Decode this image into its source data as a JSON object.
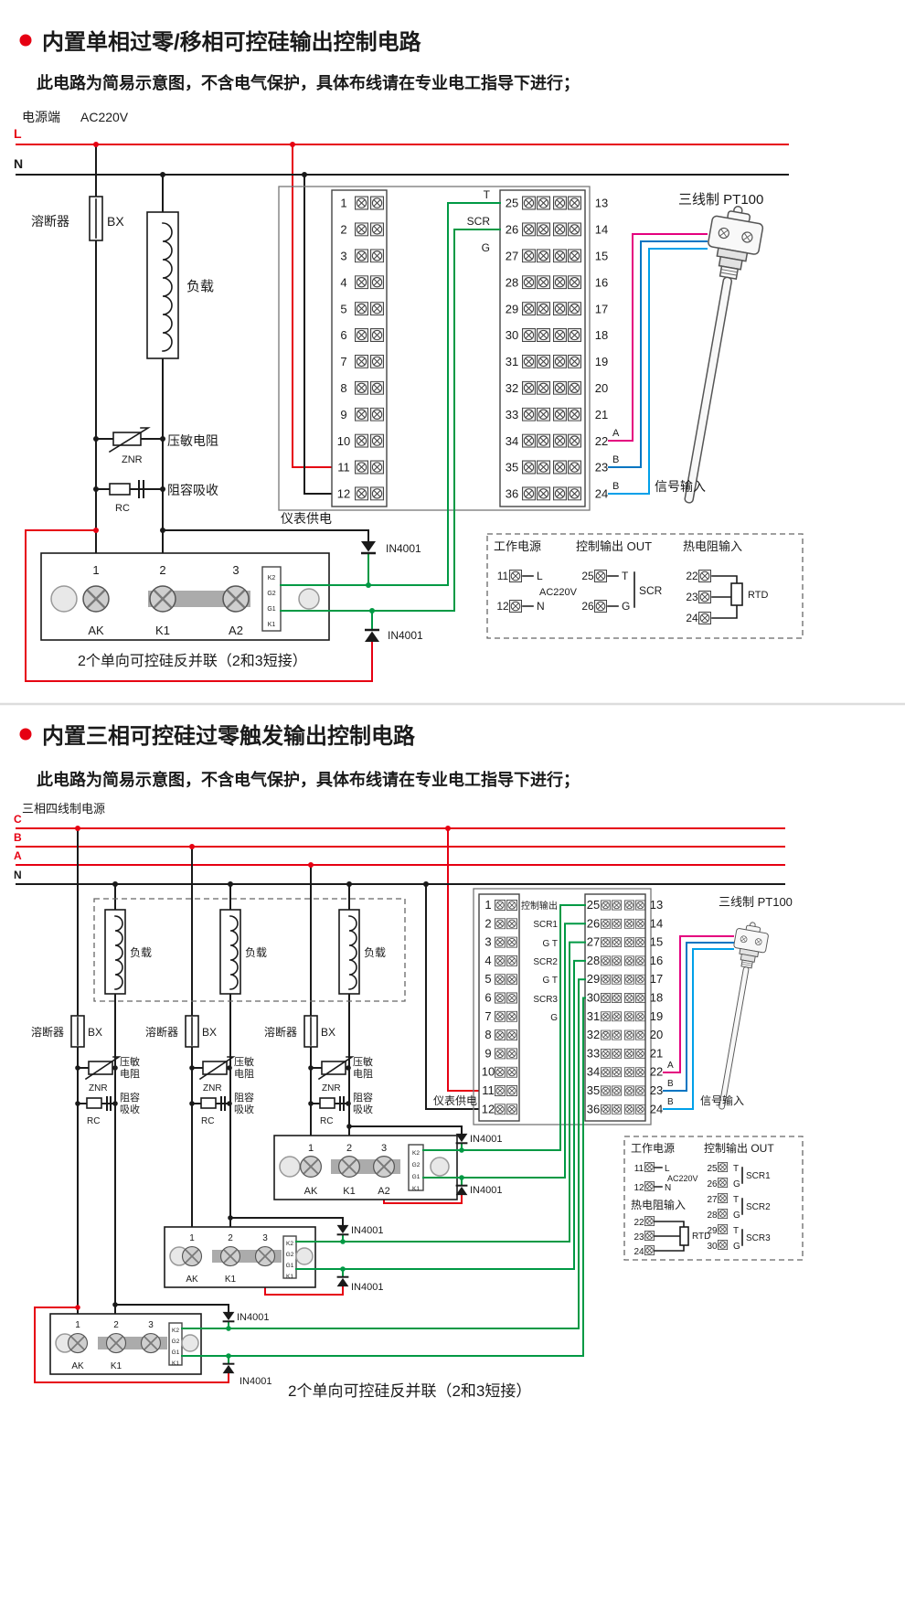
{
  "colors": {
    "line_red": "#e60012",
    "line_black": "#1a1a1a",
    "wire_green": "#009944",
    "wire_blue": "#0075c2",
    "wire_cyan": "#00a0e9",
    "wire_magenta": "#e4007f"
  },
  "section1": {
    "title": "内置单相过零/移相可控硅输出控制电路",
    "subtitle": "此电路为简易示意图，不含电气保护，具体布线请在专业电工指导下进行；",
    "power_label": "电源端",
    "power_voltage": "AC220V",
    "line_l": "L",
    "line_n": "N",
    "fuse_label": "溶断器",
    "fuse_code": "BX",
    "load_label": "负载",
    "znr_label": "压敏电阻",
    "znr_code": "ZNR",
    "rc_label": "阻容吸收",
    "rc_code": "RC",
    "meter_supply": "仪表供电",
    "pt100_label": "三线制 PT100",
    "signal_input": "信号输入",
    "diode_label": "IN4001",
    "wire_a": "A",
    "wire_b1": "B",
    "wire_b2": "B",
    "block": {
      "side_labels": [
        "T",
        "SCR",
        "G"
      ],
      "terminals_left": [
        "1",
        "2",
        "3",
        "4",
        "5",
        "6",
        "7",
        "8",
        "9",
        "10",
        "11",
        "12"
      ],
      "terminals_mid": [
        "25",
        "26",
        "27",
        "28",
        "29",
        "30",
        "31",
        "32",
        "33",
        "34",
        "35",
        "36"
      ],
      "terminals_right": [
        "13",
        "14",
        "15",
        "16",
        "17",
        "18",
        "19",
        "20",
        "21",
        "22",
        "23",
        "24"
      ]
    },
    "module": {
      "t1": "1",
      "t2": "2",
      "t3": "3",
      "l1": "AK",
      "l2": "K1",
      "l3": "A2",
      "side": [
        "K2",
        "G2",
        "G1",
        "K1"
      ]
    },
    "caption": "2个单向可控硅反并联（2和3短接）",
    "legend": {
      "power_title": "工作电源",
      "n11": "11",
      "l": "L",
      "ac": "AC220V",
      "n12": "12",
      "n": "N",
      "out_title": "控制输出 OUT",
      "n25": "25",
      "t": "T",
      "scr": "SCR",
      "n26": "26",
      "g": "G",
      "rtd_title": "热电阻输入",
      "n22": "22",
      "n23": "23",
      "n24": "24",
      "rtd": "RTD"
    }
  },
  "section2": {
    "title": "内置三相可控硅过零触发输出控制电路",
    "subtitle": "此电路为简易示意图，不含电气保护，具体布线请在专业电工指导下进行；",
    "source_label": "三相四线制电源",
    "line_c": "C",
    "line_b": "B",
    "line_a": "A",
    "line_n": "N",
    "load_label": "负载",
    "fuse_label": "溶断器",
    "fuse_code": "BX",
    "znr_label1": "压敏",
    "znr_label2": "电阻",
    "znr_code": "ZNR",
    "rc_label1": "阻容",
    "rc_label2": "吸收",
    "rc_code": "RC",
    "meter_supply": "仪表供电",
    "pt100_label": "三线制 PT100",
    "signal_input": "信号输入",
    "diode_label": "IN4001",
    "wire_a": "A",
    "wire_b1": "B",
    "wire_b2": "B",
    "block": {
      "side_labels": [
        "控制输出",
        "SCR1",
        "G T",
        "SCR2",
        "G T",
        "SCR3",
        "G"
      ],
      "terminals_left": [
        "1",
        "2",
        "3",
        "4",
        "5",
        "6",
        "7",
        "8",
        "9",
        "10",
        "11",
        "12"
      ],
      "terminals_mid": [
        "25",
        "26",
        "27",
        "28",
        "29",
        "30",
        "31",
        "32",
        "33",
        "34",
        "35",
        "36"
      ],
      "terminals_right": [
        "13",
        "14",
        "15",
        "16",
        "17",
        "18",
        "19",
        "20",
        "21",
        "22",
        "23",
        "24"
      ]
    },
    "module": {
      "t1": "1",
      "t2": "2",
      "t3": "3",
      "l1": "AK",
      "l2": "K1",
      "l3": "A2",
      "side": [
        "K2",
        "G2",
        "G1",
        "K1"
      ]
    },
    "caption": "2个单向可控硅反并联（2和3短接）",
    "legend": {
      "power_title": "工作电源",
      "n11": "11",
      "l": "L",
      "ac": "AC220V",
      "n12": "12",
      "n": "N",
      "rtd_title": "热电阻输入",
      "n22": "22",
      "n23": "23",
      "n24": "24",
      "rtd": "RTD",
      "out_title": "控制输出 OUT",
      "rows": [
        {
          "n": "25",
          "tg": "T",
          "scr": "SCR1"
        },
        {
          "n": "26",
          "tg": "G"
        },
        {
          "n": "27",
          "tg": "T",
          "scr": "SCR2"
        },
        {
          "n": "28",
          "tg": "G"
        },
        {
          "n": "29",
          "tg": "T",
          "scr": "SCR3"
        },
        {
          "n": "30",
          "tg": "G"
        }
      ]
    }
  }
}
